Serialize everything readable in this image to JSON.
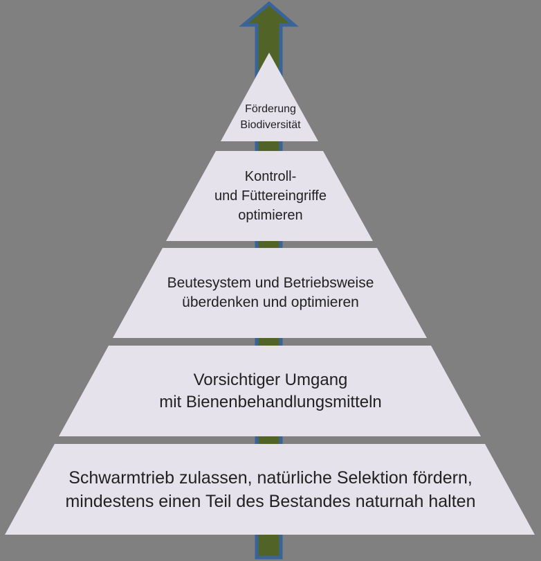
{
  "diagram": {
    "type": "pyramid",
    "arrow_icon": "up-arrow-icon",
    "levels": [
      {
        "lines": [
          "Förderung",
          "Biodiversität"
        ]
      },
      {
        "lines": [
          "Kontroll-",
          "und Füttereingriffe",
          "optimieren"
        ]
      },
      {
        "lines": [
          "Beutesystem und Betriebsweise",
          "überdenken und optimieren"
        ]
      },
      {
        "lines": [
          "Vorsichtiger Umgang",
          "mit Bienenbehandlungsmitteln"
        ]
      },
      {
        "lines": [
          "Schwarmtrieb zulassen, natürliche Selektion fördern,",
          "mindestens einen Teil des Bestandes naturnah halten"
        ]
      }
    ]
  },
  "colors": {
    "background": "#808080",
    "segment_fill": "#E5E2EC",
    "text_color": "#212121",
    "arrow_fill": "#526327",
    "arrow_outline": "#3A6398"
  }
}
